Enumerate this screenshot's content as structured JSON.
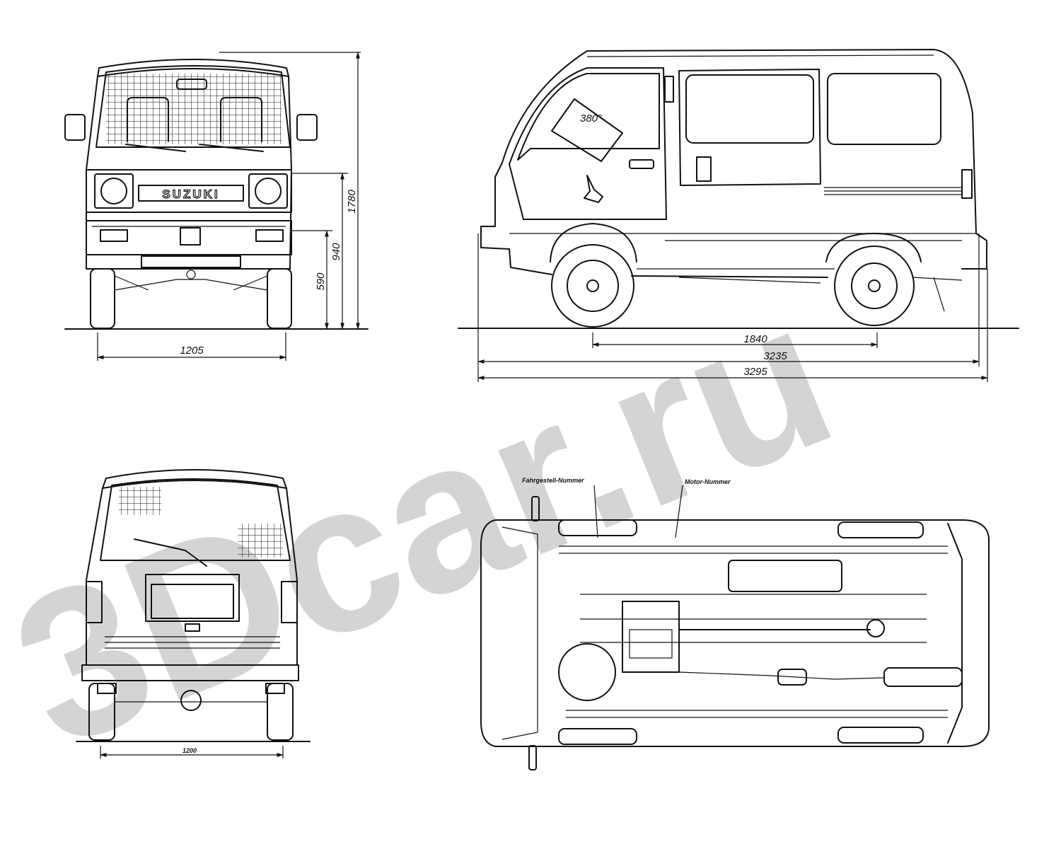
{
  "brand_badge": "SUZUKI",
  "watermark_text": "3Dcar.ru",
  "colors": {
    "line": "#111111",
    "watermark": "#d4d4d4",
    "background": "#ffffff"
  },
  "front_view": {
    "width_dim": "1205",
    "height_dims": {
      "lamp": "590",
      "bumper": "940",
      "overall": "1780"
    }
  },
  "side_view": {
    "door_angle": "380°",
    "dims": {
      "wheelbase": "1840",
      "length_body": "3235",
      "length_overall": "3295"
    }
  },
  "rear_view": {
    "width_dim": "1200"
  },
  "bottom_view": {
    "labels": {
      "chassis_number": "Fahrgestell-Nummer",
      "engine_number": "Motor-Nummer"
    }
  }
}
